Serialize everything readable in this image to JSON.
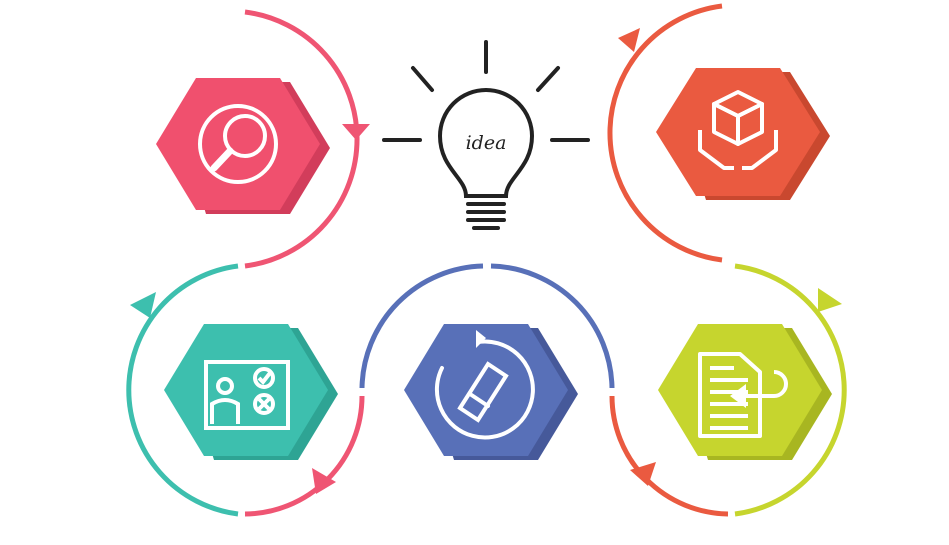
{
  "center": {
    "bulb_text": "idea",
    "icon": "lightbulb-icon",
    "stroke_color": "#222222"
  },
  "nodes": [
    {
      "name": "search-node",
      "icon": "magnifier-icon",
      "color": "#f0506e",
      "shade": "#d23d5b"
    },
    {
      "name": "package-node",
      "icon": "package-hands-icon",
      "color": "#ea5a40",
      "shade": "#c9482f"
    },
    {
      "name": "presentation-node",
      "icon": "presentation-board-icon",
      "color": "#3dbfae",
      "shade": "#2ea494"
    },
    {
      "name": "edit-cycle-node",
      "icon": "pencil-refresh-icon",
      "color": "#5870b8",
      "shade": "#46599a"
    },
    {
      "name": "document-node",
      "icon": "document-return-icon",
      "color": "#c6d52e",
      "shade": "#a8b621"
    }
  ],
  "connector_colors": {
    "pink": "#ef5573",
    "red_orange": "#ea5a40",
    "teal": "#3dbfae",
    "blue": "#5870b8",
    "lime": "#c6d52e"
  }
}
